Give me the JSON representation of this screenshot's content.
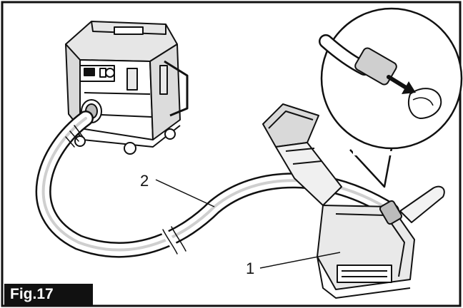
{
  "figure": {
    "label": "Fig.17",
    "callouts": [
      {
        "number": "2"
      },
      {
        "number": "1"
      }
    ]
  },
  "colors": {
    "ink": "#111111",
    "background": "#ffffff",
    "shade": "#d9d9d9"
  },
  "icons": [
    "dust-extractor-icon",
    "vacuum-hose-icon",
    "grinder-icon",
    "dust-cover-icon",
    "hose-connection-detail-icon",
    "arrow-icon"
  ]
}
